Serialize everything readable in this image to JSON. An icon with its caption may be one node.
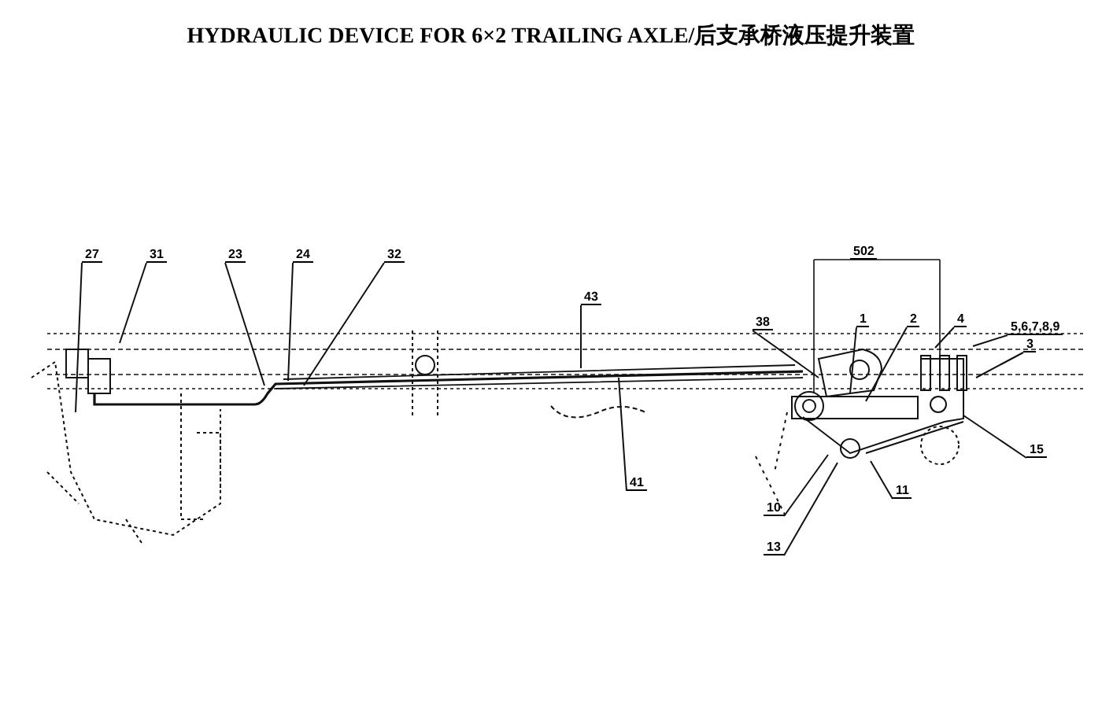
{
  "diagram": {
    "title": "HYDRAULIC DEVICE FOR 6×2 TRAILING AXLE/后支承桥液压提升装置",
    "nodes": [
      {
        "text": [
          "27"
        ]
      },
      {
        "text": [
          "31"
        ]
      },
      {
        "text": [
          "23"
        ]
      },
      {
        "text": [
          "24"
        ]
      },
      {
        "text": [
          "32"
        ]
      },
      {
        "text": [
          "43"
        ]
      },
      {
        "text": [
          "38"
        ]
      },
      {
        "text": [
          "1"
        ]
      },
      {
        "text": [
          "2"
        ]
      },
      {
        "text": [
          "4"
        ]
      },
      {
        "text": [
          "5,6,7,8,9"
        ]
      },
      {
        "text": [
          "3"
        ]
      },
      {
        "text": [
          "15"
        ]
      },
      {
        "text": [
          "41"
        ]
      },
      {
        "text": [
          "11"
        ]
      },
      {
        "text": [
          "10"
        ]
      },
      {
        "text": [
          "13"
        ]
      }
    ],
    "edges": [
      {
        "from": 0,
        "to": null,
        "arrow": "none"
      },
      {
        "from": 1,
        "to": null,
        "arrow": "none"
      },
      {
        "from": 2,
        "to": null,
        "arrow": "none"
      },
      {
        "from": 3,
        "to": null,
        "arrow": "none"
      },
      {
        "from": 4,
        "to": null,
        "arrow": "none"
      },
      {
        "from": 5,
        "to": null,
        "arrow": "none"
      },
      {
        "from": 6,
        "to": null,
        "arrow": "none"
      },
      {
        "from": 7,
        "to": null,
        "arrow": "none"
      },
      {
        "from": 8,
        "to": null,
        "arrow": "none"
      },
      {
        "from": 9,
        "to": null,
        "arrow": "none"
      },
      {
        "from": 10,
        "to": null,
        "arrow": "none"
      },
      {
        "from": 11,
        "to": null,
        "arrow": "none"
      },
      {
        "from": 12,
        "to": null,
        "arrow": "none"
      },
      {
        "from": 13,
        "to": null,
        "arrow": "none"
      },
      {
        "from": 14,
        "to": null,
        "arrow": "none"
      },
      {
        "from": 15,
        "to": null,
        "arrow": "none"
      },
      {
        "from": 16,
        "to": null,
        "arrow": "none"
      }
    ],
    "labels": [
      "502"
    ]
  }
}
